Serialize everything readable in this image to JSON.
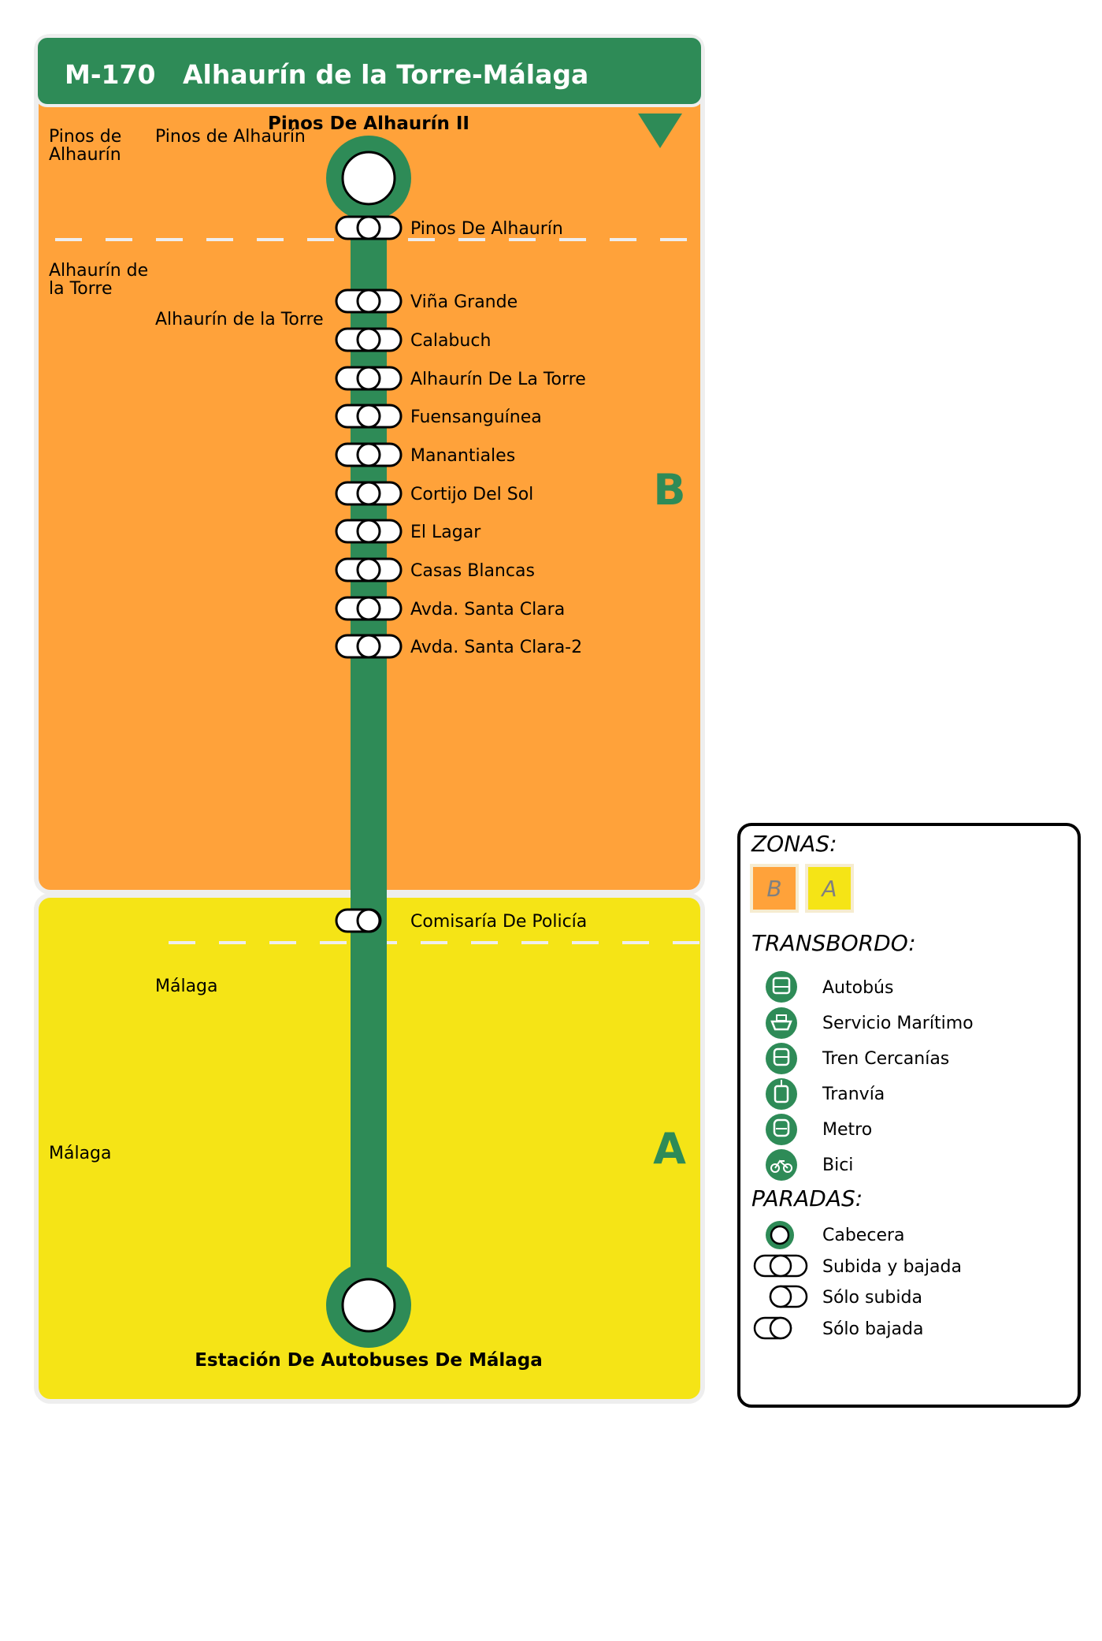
{
  "header": {
    "route_code": "M-170",
    "route_name": "Alhaurín de la Torre-Málaga"
  },
  "colors": {
    "route_green": "#2e8b57",
    "zone_b": "#ffa23a",
    "zone_a": "#f5e416",
    "panel_border": "#eeeeee"
  },
  "zones": [
    {
      "id": "B",
      "label": "B",
      "color": "#ffa23a"
    },
    {
      "id": "A",
      "label": "A",
      "color": "#f5e416"
    }
  ],
  "municipalities": [
    {
      "name": "Pinos de Alhaurín",
      "zone": "B"
    },
    {
      "name": "Alhaurín de la Torre",
      "zone": "B"
    },
    {
      "name": "Málaga",
      "zone": "A"
    }
  ],
  "localities": [
    {
      "name": "Pinos de Alhaurín"
    },
    {
      "name": "Alhaurín de la Torre"
    },
    {
      "name": "Málaga"
    }
  ],
  "stops": [
    {
      "name": "Pinos De Alhaurín II",
      "type": "cabecera"
    },
    {
      "name": "Pinos De Alhaurín",
      "type": "subida_bajada"
    },
    {
      "name": "Viña Grande",
      "type": "subida_bajada"
    },
    {
      "name": "Calabuch",
      "type": "subida_bajada"
    },
    {
      "name": "Alhaurín De La Torre",
      "type": "subida_bajada"
    },
    {
      "name": "Fuensanguínea",
      "type": "subida_bajada"
    },
    {
      "name": "Manantiales",
      "type": "subida_bajada"
    },
    {
      "name": "Cortijo Del Sol",
      "type": "subida_bajada"
    },
    {
      "name": "El Lagar",
      "type": "subida_bajada"
    },
    {
      "name": "Casas Blancas",
      "type": "subida_bajada"
    },
    {
      "name": "Avda. Santa Clara",
      "type": "subida_bajada"
    },
    {
      "name": "Avda. Santa Clara-2",
      "type": "subida_bajada"
    },
    {
      "name": "Comisaría De Policía",
      "type": "solo_bajada"
    },
    {
      "name": "Estación De Autobuses De Málaga",
      "type": "cabecera"
    }
  ],
  "legend": {
    "zonas_title": "ZONAS:",
    "zonas": [
      "B",
      "A"
    ],
    "transbordo_title": "TRANSBORDO:",
    "transbordo": [
      {
        "label": "Autobús",
        "icon": "bus-icon"
      },
      {
        "label": "Servicio Marítimo",
        "icon": "ferry-icon"
      },
      {
        "label": "Tren Cercanías",
        "icon": "train-icon"
      },
      {
        "label": "Tranvía",
        "icon": "tram-icon"
      },
      {
        "label": "Metro",
        "icon": "metro-icon"
      },
      {
        "label": "Bici",
        "icon": "bike-icon"
      }
    ],
    "paradas_title": "PARADAS:",
    "paradas": [
      {
        "label": "Cabecera",
        "icon": "cabecera-stop-icon"
      },
      {
        "label": "Subida y bajada",
        "icon": "subida-bajada-stop-icon"
      },
      {
        "label": "Sólo subida",
        "icon": "solo-subida-stop-icon"
      },
      {
        "label": "Sólo bajada",
        "icon": "solo-bajada-stop-icon"
      }
    ]
  }
}
